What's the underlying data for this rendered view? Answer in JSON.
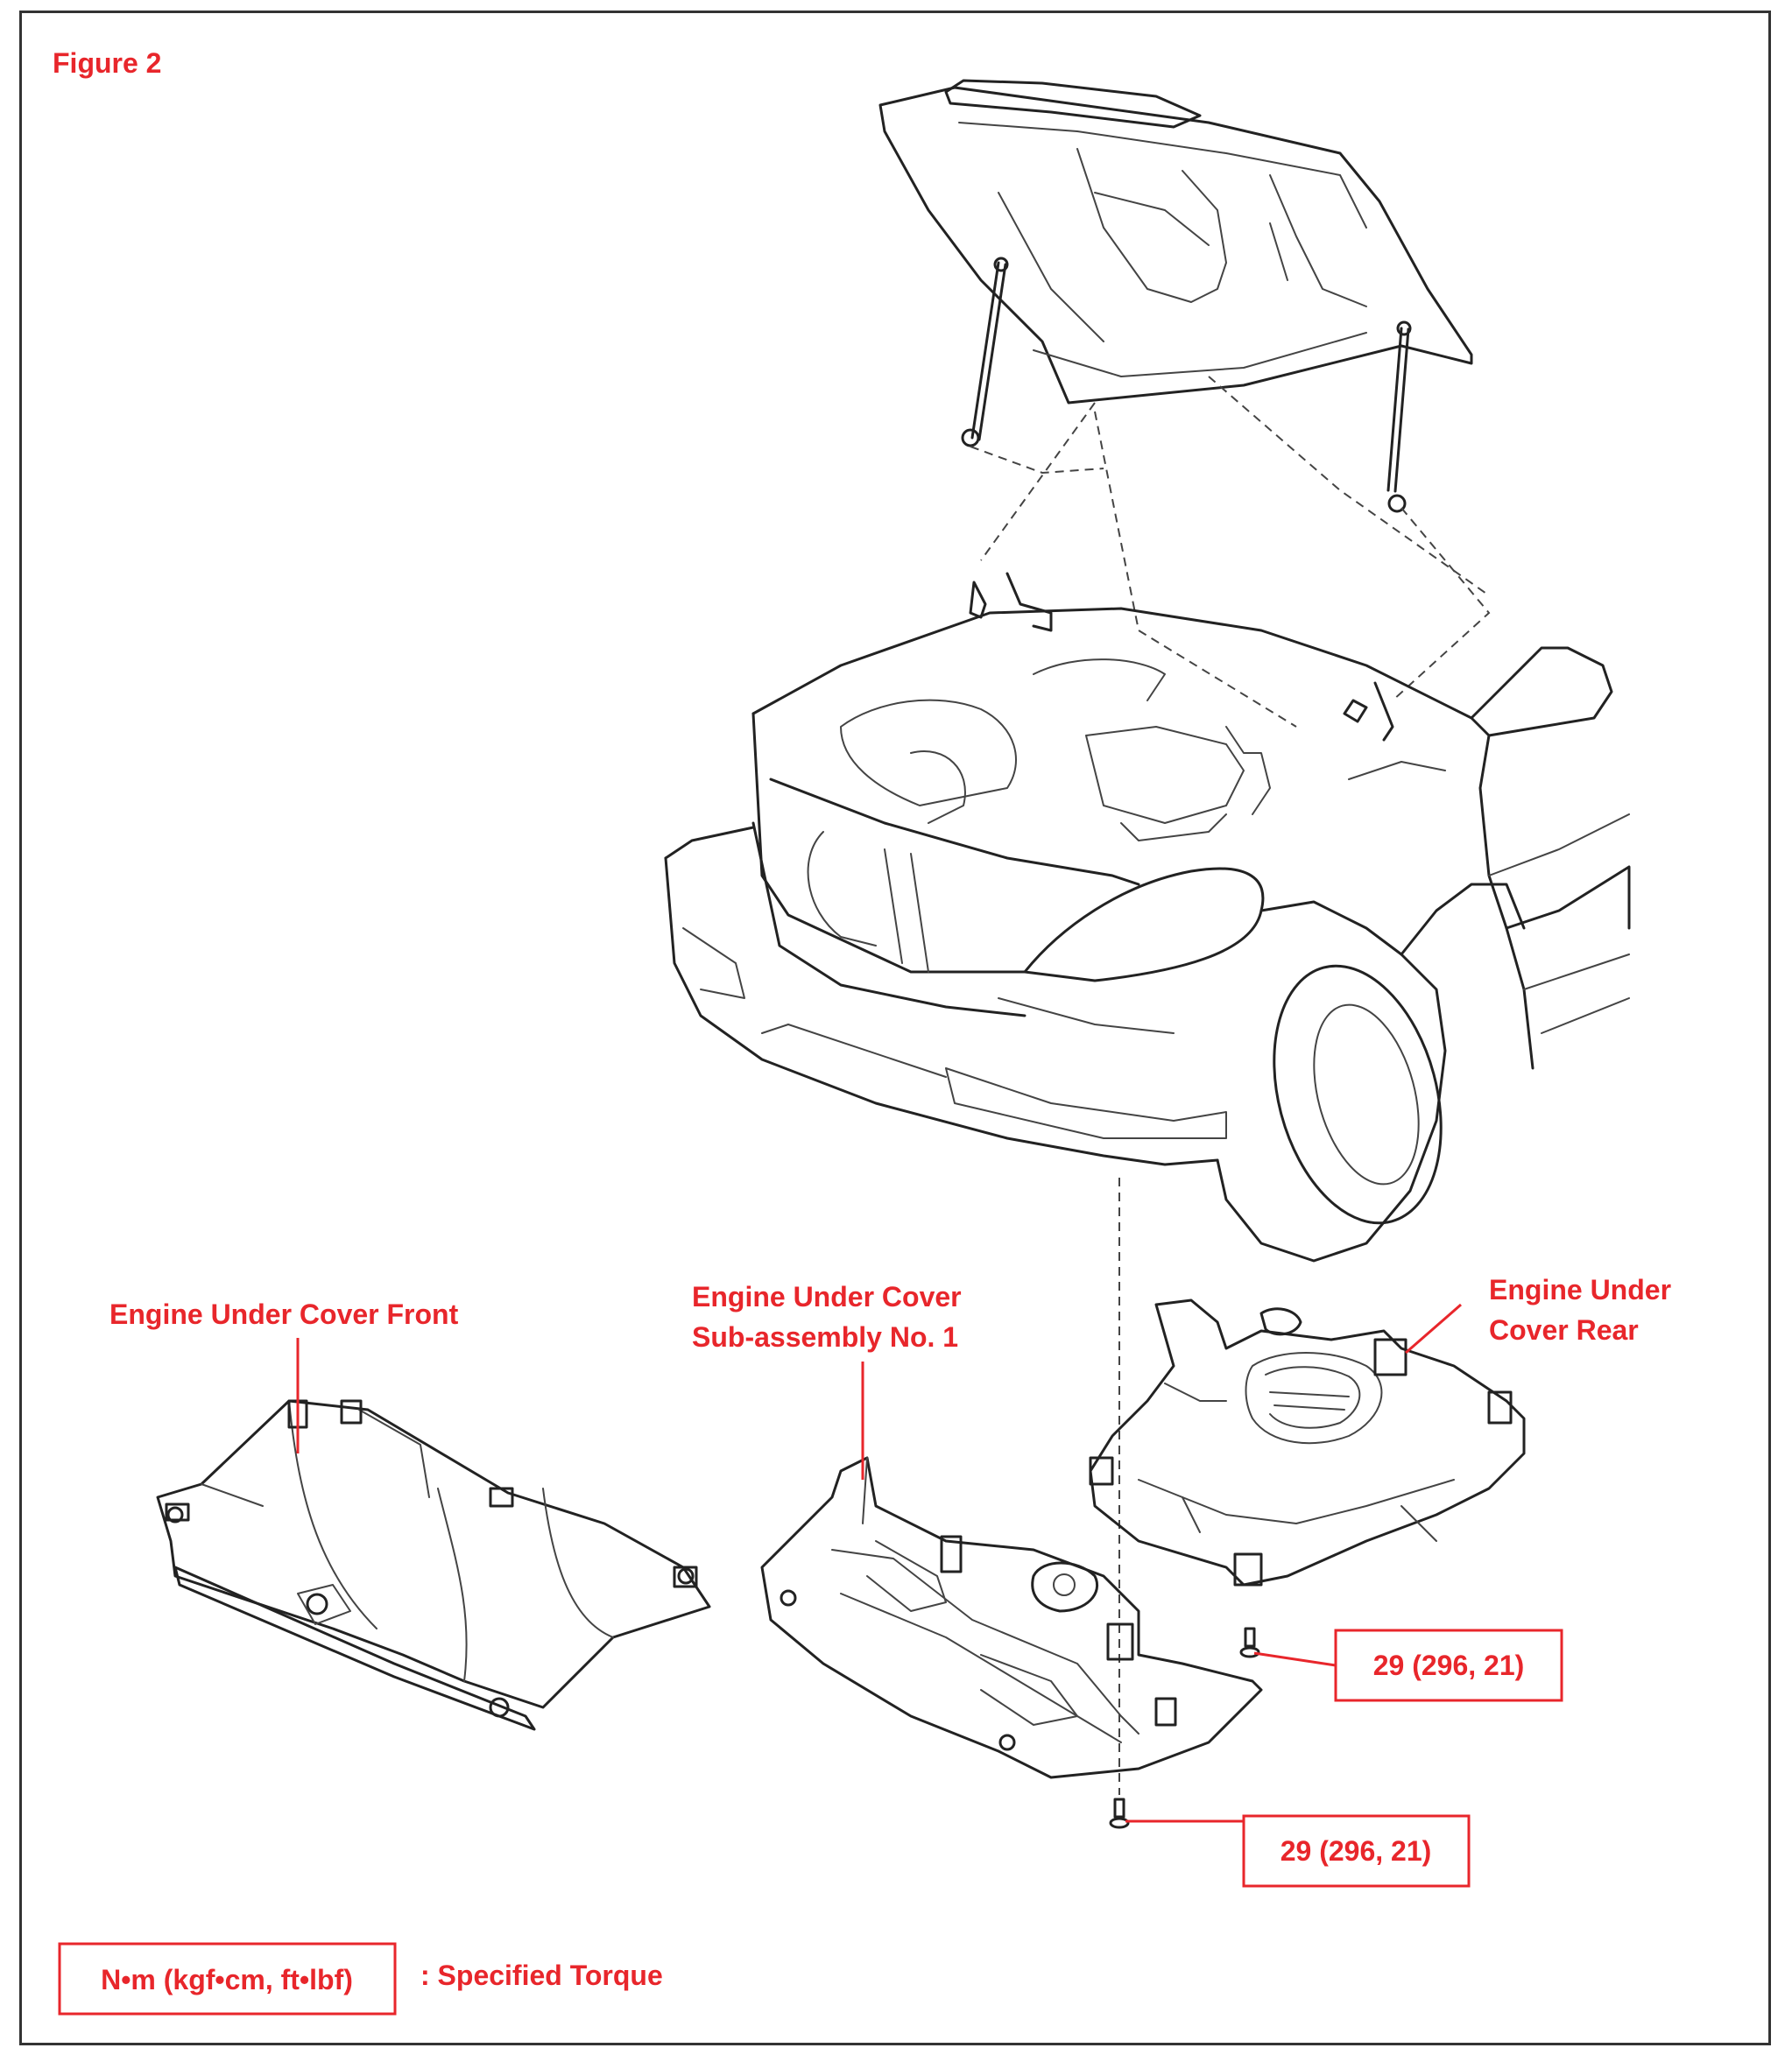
{
  "figure": {
    "title": "Figure 2"
  },
  "labels": {
    "under_cover_front": "Engine Under Cover Front",
    "sub_assembly_line1": "Engine Under Cover",
    "sub_assembly_line2": "Sub-assembly No. 1",
    "under_cover_rear_line1": "Engine Under",
    "under_cover_rear_line2": "Cover Rear"
  },
  "torque": {
    "rear_bolt": "29 (296, 21)",
    "sub_assembly_bolt": "29 (296, 21)"
  },
  "legend": {
    "unit_box": "N•m (kgf•cm, ft•lbf)",
    "description": ": Specified Torque"
  },
  "colors": {
    "label_red": "#e8262b",
    "line": "#222222"
  }
}
